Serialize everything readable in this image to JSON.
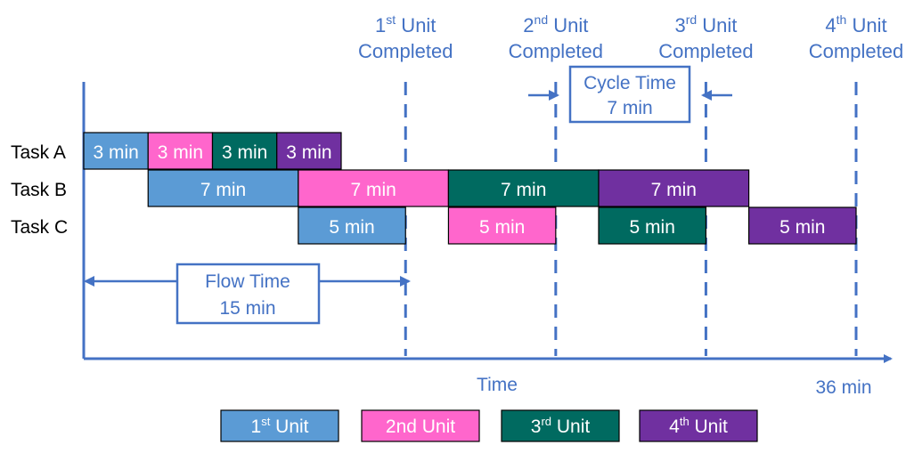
{
  "colors": {
    "axis": "#4472C4",
    "unit1": "#5B9BD5",
    "unit2": "#FF66CC",
    "unit3": "#006A60",
    "unit4": "#7030A0",
    "label": "#000000",
    "annotation": "#4472C4"
  },
  "tasks": [
    "Task A",
    "Task B",
    "Task C"
  ],
  "bars": [
    {
      "task": 0,
      "unit": 1,
      "start": 0,
      "end": 3,
      "label": "3 min"
    },
    {
      "task": 0,
      "unit": 2,
      "start": 3,
      "end": 6,
      "label": "3 min"
    },
    {
      "task": 0,
      "unit": 3,
      "start": 6,
      "end": 9,
      "label": "3 min"
    },
    {
      "task": 0,
      "unit": 4,
      "start": 9,
      "end": 12,
      "label": "3 min"
    },
    {
      "task": 1,
      "unit": 1,
      "start": 3,
      "end": 10,
      "label": "7 min"
    },
    {
      "task": 1,
      "unit": 2,
      "start": 10,
      "end": 17,
      "label": "7 min"
    },
    {
      "task": 1,
      "unit": 3,
      "start": 17,
      "end": 24,
      "label": "7 min"
    },
    {
      "task": 1,
      "unit": 4,
      "start": 24,
      "end": 31,
      "label": "7 min"
    },
    {
      "task": 2,
      "unit": 1,
      "start": 10,
      "end": 15,
      "label": "5 min"
    },
    {
      "task": 2,
      "unit": 2,
      "start": 17,
      "end": 22,
      "label": "5 min"
    },
    {
      "task": 2,
      "unit": 3,
      "start": 24,
      "end": 29,
      "label": "5 min"
    },
    {
      "task": 2,
      "unit": 4,
      "start": 31,
      "end": 36,
      "label": "5 min"
    }
  ],
  "completions": [
    {
      "time": 15,
      "ordinal": "1",
      "sup": "st",
      "word": " Unit",
      "line2": "Completed"
    },
    {
      "time": 22,
      "ordinal": "2",
      "sup": "nd",
      "word": " Unit",
      "line2": "Completed"
    },
    {
      "time": 29,
      "ordinal": "3",
      "sup": "rd",
      "word": " Unit",
      "line2": "Completed"
    },
    {
      "time": 36,
      "ordinal": "4",
      "sup": "th",
      "word": " Unit",
      "line2": "Completed"
    }
  ],
  "flow_time": {
    "from": 0,
    "to": 15,
    "line1": "Flow Time",
    "line2": "15 min"
  },
  "cycle_time": {
    "from": 22,
    "to": 29,
    "line1": "Cycle Time",
    "line2": "7 min"
  },
  "axis": {
    "xlabel": "Time",
    "end_label": "36 min",
    "max": 36
  },
  "legend": [
    {
      "unit": 1,
      "main": "1",
      "sup": "st",
      "rest": " Unit"
    },
    {
      "unit": 2,
      "main": "2nd Unit",
      "sup": "",
      "rest": ""
    },
    {
      "unit": 3,
      "main": "3",
      "sup": "rd",
      "rest": " Unit"
    },
    {
      "unit": 4,
      "main": "4",
      "sup": "th",
      "rest": " Unit"
    }
  ]
}
